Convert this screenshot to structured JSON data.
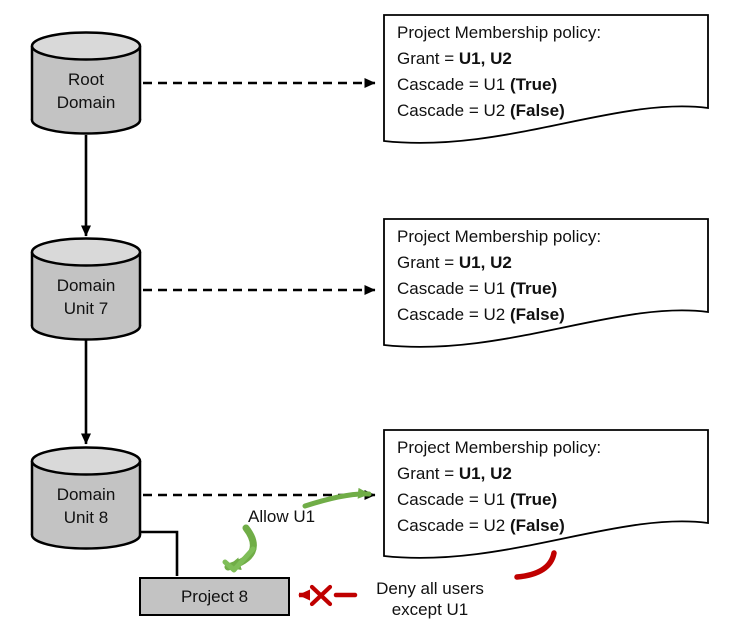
{
  "diagram": {
    "nodes": [
      {
        "id": "root-domain",
        "label": "Root\nDomain"
      },
      {
        "id": "domain-unit-7",
        "label": "Domain\nUnit 7"
      },
      {
        "id": "domain-unit-8",
        "label": "Domain\nUnit 8"
      }
    ],
    "project": {
      "label": "Project 8"
    },
    "policies": [
      {
        "title": "Project Membership policy:",
        "grant_label": "Grant = ",
        "grant_value": "U1, U2",
        "cascade1_label": "Cascade = U1 ",
        "cascade1_value": "(True)",
        "cascade2_label": "Cascade = U2 ",
        "cascade2_value": "(False)"
      },
      {
        "title": "Project Membership policy:",
        "grant_label": "Grant = ",
        "grant_value": "U1, U2",
        "cascade1_label": "Cascade = U1 ",
        "cascade1_value": "(True)",
        "cascade2_label": "Cascade = U2 ",
        "cascade2_value": "(False)"
      },
      {
        "title": "Project Membership policy:",
        "grant_label": "Grant = ",
        "grant_value": "U1, U2",
        "cascade1_label": "Cascade = U1 ",
        "cascade1_value": "(True)",
        "cascade2_label": "Cascade = U2 ",
        "cascade2_value": "(False)"
      }
    ],
    "annotations": {
      "allow": "Allow U1",
      "deny": "Deny all users\nexcept U1"
    },
    "colors": {
      "green": "#70AD47",
      "light_green": "#7FBE58",
      "red": "#C00000",
      "node_fill": "#C3C3C3",
      "node_top_fill": "#D9D9D9",
      "line": "#000000"
    }
  }
}
